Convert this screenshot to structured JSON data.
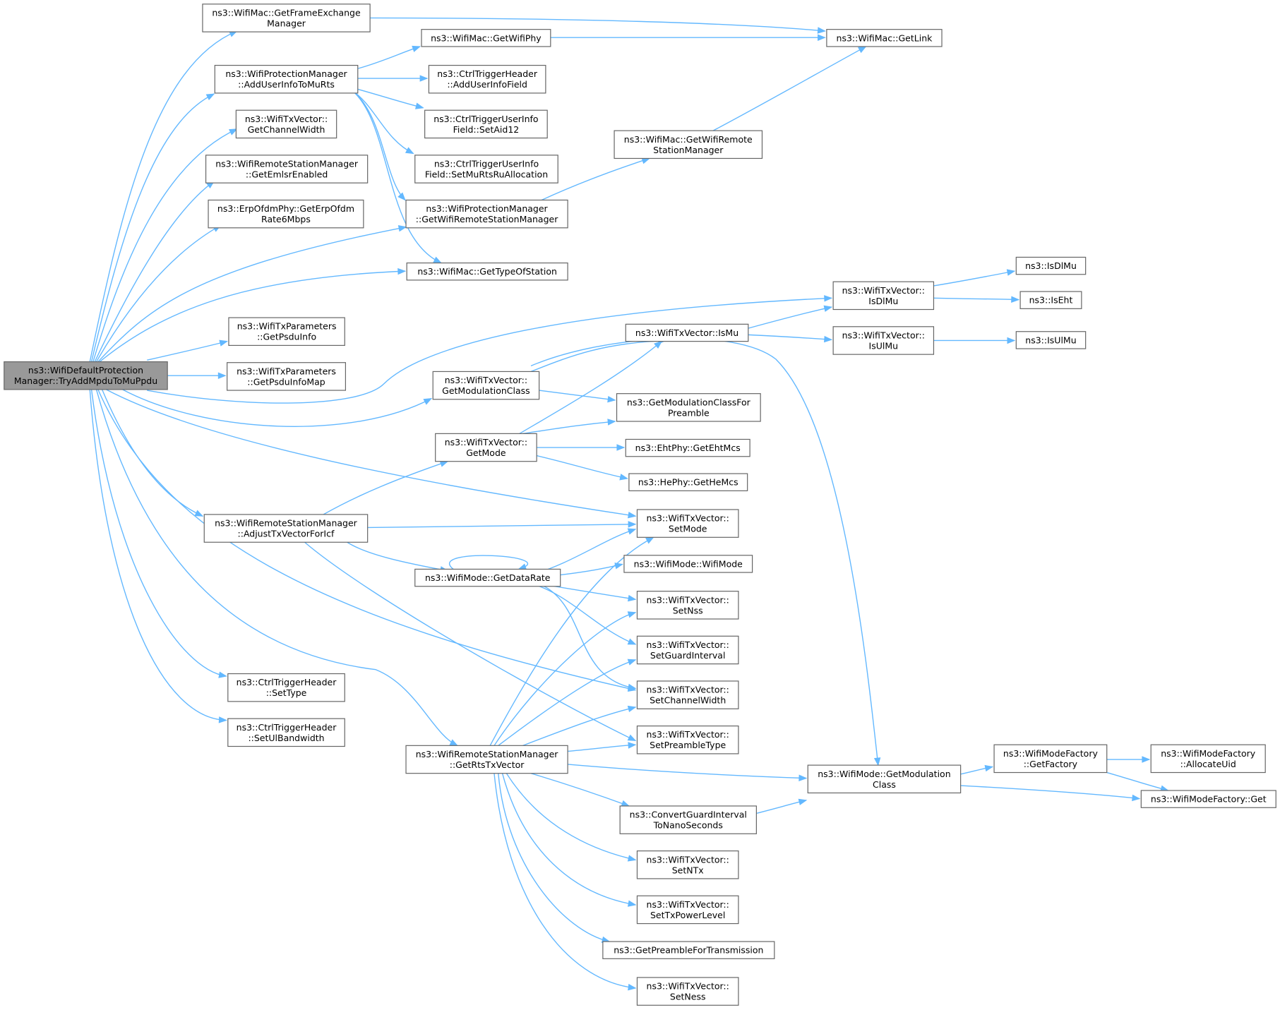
{
  "graph": {
    "edge_color": "#63b8ff",
    "node_border_color": "#666666",
    "root_fill_color": "#999999",
    "nodes": [
      {
        "id": "root",
        "lines": [
          "ns3::WifiDefaultProtection",
          "Manager::TryAddMpduToMuPpdu"
        ],
        "root": true
      },
      {
        "id": "getFrameExch",
        "lines": [
          "ns3::WifiMac::GetFrameExchange",
          "Manager"
        ]
      },
      {
        "id": "addUserInfo",
        "lines": [
          "ns3::WifiProtectionManager",
          "::AddUserInfoToMuRts"
        ]
      },
      {
        "id": "getChannelWidth",
        "lines": [
          "ns3::WifiTxVector::",
          "GetChannelWidth"
        ]
      },
      {
        "id": "getEmlsr",
        "lines": [
          "ns3::WifiRemoteStationManager",
          "::GetEmlsrEnabled"
        ]
      },
      {
        "id": "getErpOfdm",
        "lines": [
          "ns3::ErpOfdmPhy::GetErpOfdm",
          "Rate6Mbps"
        ]
      },
      {
        "id": "getPsduInfo",
        "lines": [
          "ns3::WifiTxParameters",
          "::GetPsduInfo"
        ]
      },
      {
        "id": "getPsduInfoMap",
        "lines": [
          "ns3::WifiTxParameters",
          "::GetPsduInfoMap"
        ]
      },
      {
        "id": "adjustTx",
        "lines": [
          "ns3::WifiRemoteStationManager",
          "::AdjustTxVectorForIcf"
        ]
      },
      {
        "id": "setType",
        "lines": [
          "ns3::CtrlTriggerHeader",
          "::SetType"
        ]
      },
      {
        "id": "setUlBw",
        "lines": [
          "ns3::CtrlTriggerHeader",
          "::SetUlBandwidth"
        ]
      },
      {
        "id": "getRtsTx",
        "lines": [
          "ns3::WifiRemoteStationManager",
          "::GetRtsTxVector"
        ]
      },
      {
        "id": "getWifiPhy",
        "lines": [
          "ns3::WifiMac::GetWifiPhy"
        ]
      },
      {
        "id": "addUserInfoField",
        "lines": [
          "ns3::CtrlTriggerHeader",
          "::AddUserInfoField"
        ]
      },
      {
        "id": "setAid12",
        "lines": [
          "ns3::CtrlTriggerUserInfo",
          "Field::SetAid12"
        ]
      },
      {
        "id": "setMuRts",
        "lines": [
          "ns3::CtrlTriggerUserInfo",
          "Field::SetMuRtsRuAllocation"
        ]
      },
      {
        "id": "pmGetRsm",
        "lines": [
          "ns3::WifiProtectionManager",
          "::GetWifiRemoteStationManager"
        ]
      },
      {
        "id": "getTypeOfStation",
        "lines": [
          "ns3::WifiMac::GetTypeOfStation"
        ]
      },
      {
        "id": "getModClass",
        "lines": [
          "ns3::WifiTxVector::",
          "GetModulationClass"
        ]
      },
      {
        "id": "getMode",
        "lines": [
          "ns3::WifiTxVector::",
          "GetMode"
        ]
      },
      {
        "id": "getDataRate",
        "lines": [
          "ns3::WifiMode::GetDataRate"
        ]
      },
      {
        "id": "getLink",
        "lines": [
          "ns3::WifiMac::GetLink"
        ]
      },
      {
        "id": "macGetRsm",
        "lines": [
          "ns3::WifiMac::GetWifiRemote",
          "StationManager"
        ]
      },
      {
        "id": "isDlMuV",
        "lines": [
          "ns3::WifiTxVector::",
          "IsDlMu"
        ]
      },
      {
        "id": "isMu",
        "lines": [
          "ns3::WifiTxVector::IsMu"
        ]
      },
      {
        "id": "isUlMuV",
        "lines": [
          "ns3::WifiTxVector::",
          "IsUlMu"
        ]
      },
      {
        "id": "getModClassPre",
        "lines": [
          "ns3::GetModulationClassFor",
          "Preamble"
        ]
      },
      {
        "id": "getEhtMcs",
        "lines": [
          "ns3::EhtPhy::GetEhtMcs"
        ]
      },
      {
        "id": "getHeMcs",
        "lines": [
          "ns3::HePhy::GetHeMcs"
        ]
      },
      {
        "id": "setMode",
        "lines": [
          "ns3::WifiTxVector::",
          "SetMode"
        ]
      },
      {
        "id": "wifiMode",
        "lines": [
          "ns3::WifiMode::WifiMode"
        ]
      },
      {
        "id": "setNss",
        "lines": [
          "ns3::WifiTxVector::",
          "SetNss"
        ]
      },
      {
        "id": "setGI",
        "lines": [
          "ns3::WifiTxVector::",
          "SetGuardInterval"
        ]
      },
      {
        "id": "setCW",
        "lines": [
          "ns3::WifiTxVector::",
          "SetChannelWidth"
        ]
      },
      {
        "id": "setPreamble",
        "lines": [
          "ns3::WifiTxVector::",
          "SetPreambleType"
        ]
      },
      {
        "id": "convertGI",
        "lines": [
          "ns3::ConvertGuardInterval",
          "ToNanoSeconds"
        ]
      },
      {
        "id": "setNTx",
        "lines": [
          "ns3::WifiTxVector::",
          "SetNTx"
        ]
      },
      {
        "id": "setTxPower",
        "lines": [
          "ns3::WifiTxVector::",
          "SetTxPowerLevel"
        ]
      },
      {
        "id": "getPreambleTx",
        "lines": [
          "ns3::GetPreambleForTransmission"
        ]
      },
      {
        "id": "setNess",
        "lines": [
          "ns3::WifiTxVector::",
          "SetNess"
        ]
      },
      {
        "id": "modeGetModClass",
        "lines": [
          "ns3::WifiMode::GetModulation",
          "Class"
        ]
      },
      {
        "id": "isDlMu",
        "lines": [
          "ns3::IsDlMu"
        ]
      },
      {
        "id": "isEht",
        "lines": [
          "ns3::IsEht"
        ]
      },
      {
        "id": "isUlMu",
        "lines": [
          "ns3::IsUlMu"
        ]
      },
      {
        "id": "getFactory",
        "lines": [
          "ns3::WifiModeFactory",
          "::GetFactory"
        ]
      },
      {
        "id": "allocateUid",
        "lines": [
          "ns3::WifiModeFactory",
          "::AllocateUid"
        ]
      },
      {
        "id": "factoryGet",
        "lines": [
          "ns3::WifiModeFactory::Get"
        ]
      }
    ]
  }
}
